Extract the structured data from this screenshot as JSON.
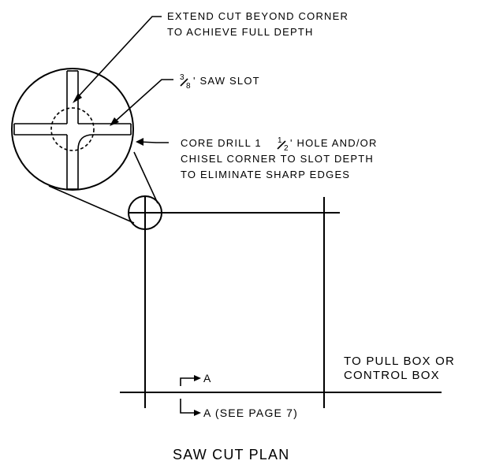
{
  "notes": {
    "extend_cut_line1": "EXTEND CUT BEYOND CORNER",
    "extend_cut_line2": "TO ACHIEVE FULL DEPTH",
    "saw_slot_fraction_num": "3",
    "saw_slot_fraction_den": "8",
    "saw_slot_text": "' SAW SLOT",
    "core_drill_line1_a": "CORE DRILL 1",
    "core_drill_fraction_num": "1",
    "core_drill_fraction_den": "2",
    "core_drill_line1_b": "' HOLE AND/OR",
    "core_drill_line2": "CHISEL CORNER TO SLOT DEPTH",
    "core_drill_line3": "TO ELIMINATE SHARP EDGES"
  },
  "plan": {
    "pull_box_line1": "TO PULL BOX OR",
    "pull_box_line2": "CONTROL BOX",
    "section_marker_top": "A",
    "section_marker_bottom": "A (SEE PAGE 7)",
    "title": "SAW CUT PLAN"
  }
}
